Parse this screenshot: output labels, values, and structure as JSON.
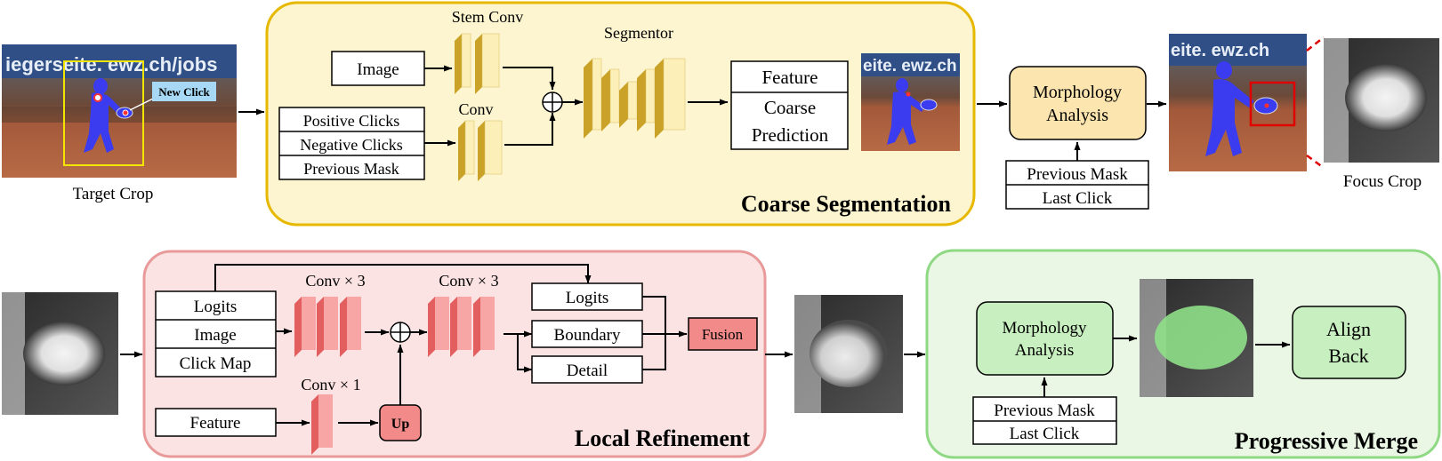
{
  "target_crop": {
    "caption": "Target Crop",
    "new_click_label": "New Click",
    "banner_text": "iegerseite. ewz.ch/jobs"
  },
  "coarse": {
    "title": "Coarse Segmentation",
    "stem_conv": "Stem Conv",
    "conv": "Conv",
    "segmentor": "Segmentor",
    "inputs": {
      "image": "Image",
      "positive_clicks": "Positive Clicks",
      "negative_clicks": "Negative Clicks",
      "previous_mask": "Previous Mask"
    },
    "outputs": {
      "feature": "Feature",
      "coarse_line1": "Coarse",
      "coarse_line2": "Prediction"
    },
    "thumb_banner_text": "eite. ewz.ch"
  },
  "morphology_top": {
    "line1": "Morphology",
    "line2": "Analysis",
    "previous_mask": "Previous Mask",
    "last_click": "Last Click",
    "banner_text": "eite. ewz.ch"
  },
  "focus_crop": {
    "caption": "Focus Crop"
  },
  "local": {
    "title": "Local Refinement",
    "conv_x3_a": "Conv × 3",
    "conv_x3_b": "Conv × 3",
    "conv_x1": "Conv × 1",
    "up": "Up",
    "fusion": "Fusion",
    "inputs": {
      "logits": "Logits",
      "image": "Image",
      "click_map": "Click Map",
      "feature": "Feature"
    },
    "heads": {
      "logits": "Logits",
      "boundary": "Boundary",
      "detail": "Detail"
    }
  },
  "progressive": {
    "title": "Progressive Merge",
    "morph_line1": "Morphology",
    "morph_line2": "Analysis",
    "previous_mask": "Previous Mask",
    "last_click": "Last Click",
    "align_line1": "Align",
    "align_line2": "Back"
  },
  "colors": {
    "coarse_fill": "#fdf5cf",
    "coarse_border": "#e6b800",
    "local_fill": "#fbe3e3",
    "local_border": "#e89a9a",
    "progressive_fill": "#e9f7e4",
    "progressive_border": "#8fd884",
    "conv_yellow": "#c9a227",
    "conv_pink": "#f08080",
    "morph_top_fill": "#fde5b0",
    "morph_green_fill": "#c8efc0",
    "fusion_fill": "#f38a8a",
    "segmentation_blue": "#3b3cf0",
    "red_box": "#e00000"
  }
}
